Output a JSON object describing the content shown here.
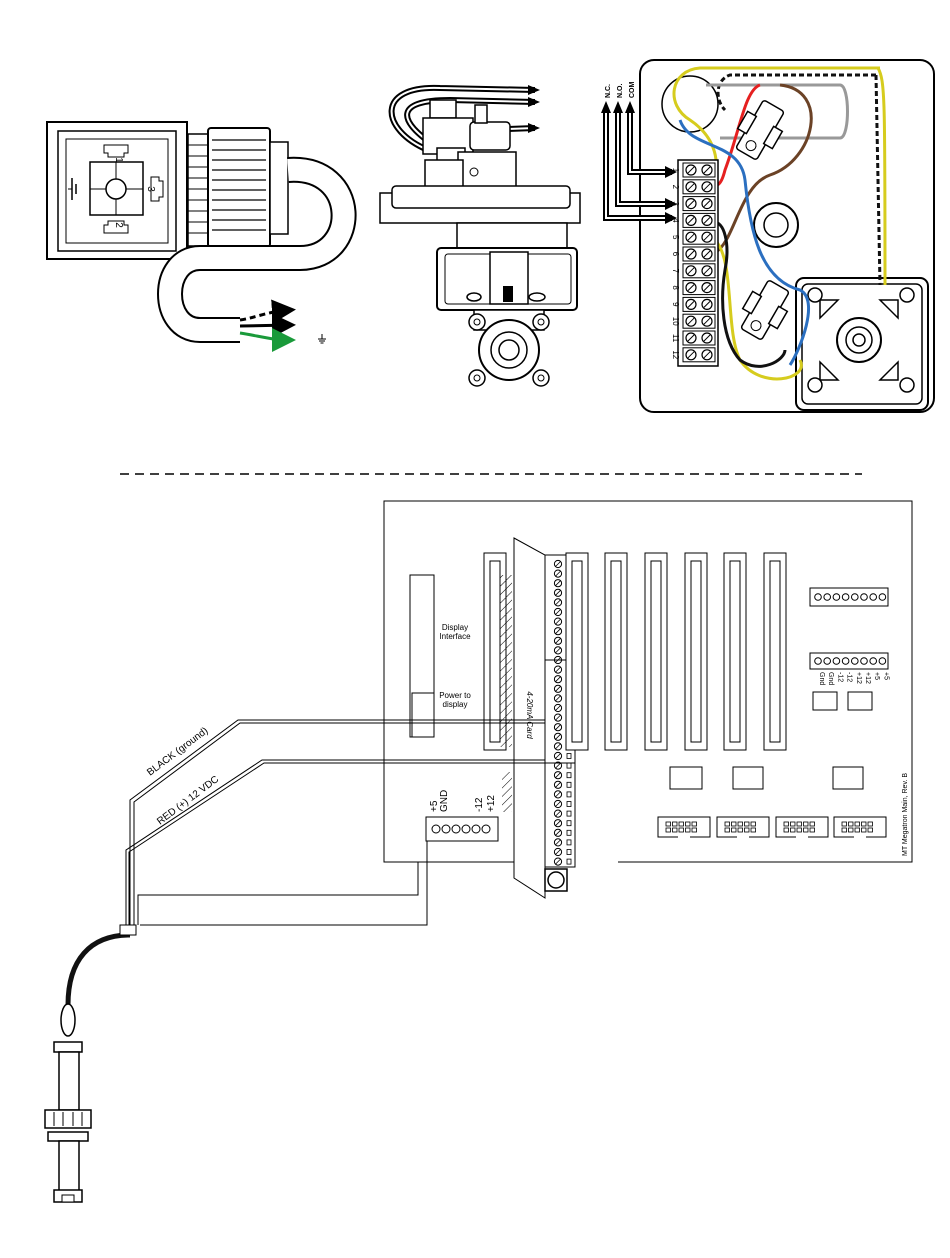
{
  "connector": {
    "pins": [
      "1",
      "2",
      "3"
    ]
  },
  "relay": {
    "contacts": [
      "N.C.",
      "N.O.",
      "COM"
    ],
    "terminals": [
      "1",
      "2",
      "3",
      "4",
      "5",
      "6",
      "7",
      "8",
      "9",
      "10",
      "11",
      "12"
    ]
  },
  "board": {
    "display_interface": [
      "Display",
      "Interface"
    ],
    "power_to_display": [
      "Power to",
      "display"
    ],
    "card_label": "4-20mA Card",
    "power_header_labels": [
      "+5",
      "GND",
      "-12",
      "+12"
    ],
    "right_header_labels": [
      "+5",
      "+5",
      "+12",
      "+12",
      "-12",
      "-12",
      "Gnd",
      "Gnd"
    ],
    "footer": "MT Megatron Main, Rev. B"
  },
  "wires": {
    "black": "BLACK (ground)",
    "red": "RED (+) 12 VDC"
  },
  "colors": {
    "yellow": "#d6cc1e",
    "red": "#e52020",
    "blue": "#2b6fc0",
    "brown": "#6b4226",
    "gray": "#999999",
    "green": "#1a9a3a",
    "black": "#111111"
  }
}
